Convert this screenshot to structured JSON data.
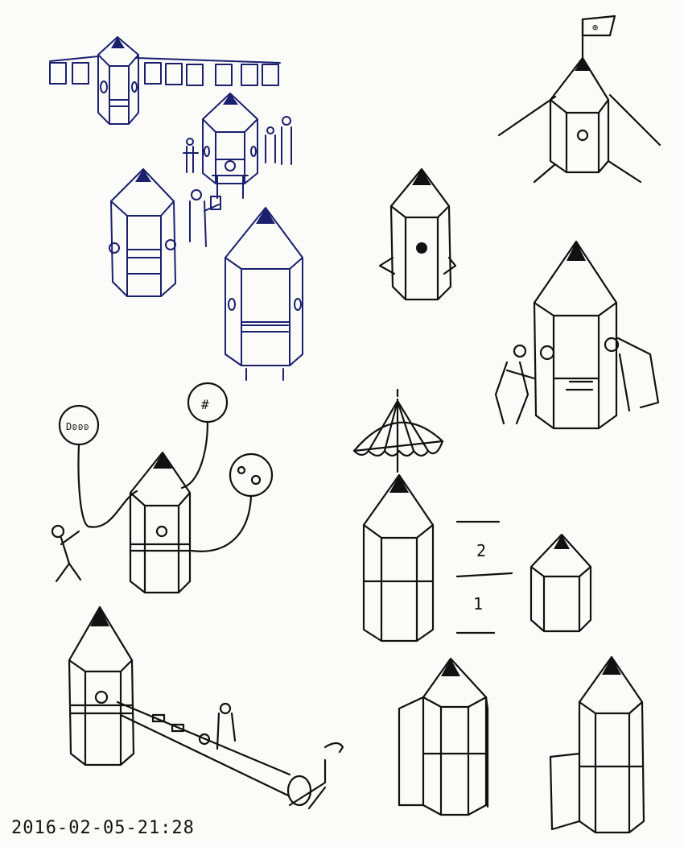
{
  "sketch": {
    "timestamp": "2016-02-05-21:28",
    "floor_labels": {
      "upper": "2",
      "lower": "1"
    },
    "ink_colors": {
      "black": "#111111",
      "blue": "#1a1f6e",
      "paper": "#fbfbf9"
    }
  }
}
